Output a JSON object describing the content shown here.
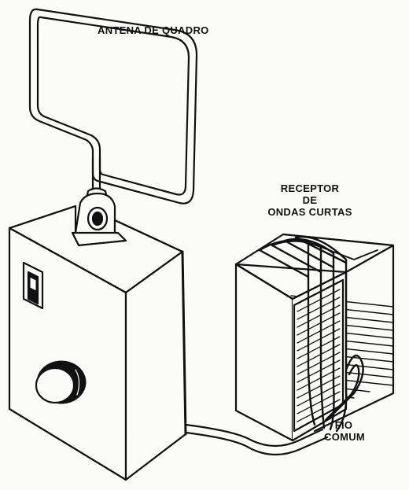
{
  "labels": {
    "antenna": "ANTENA DE QUADRO",
    "receiver_line1": "RECEPTOR",
    "receiver_line2": "DE",
    "receiver_line3": "ONDAS CURTAS",
    "wire_line1": "FIO",
    "wire_line2": "COMUM"
  },
  "colors": {
    "ink": "#111111",
    "paper": "#fbfbf9"
  }
}
